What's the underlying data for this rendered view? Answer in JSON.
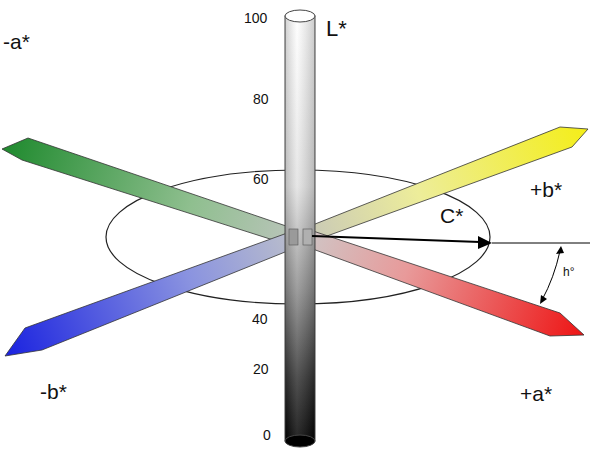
{
  "diagram": {
    "labels": [
      "100",
      "L*",
      "-a*",
      "80",
      "+b*",
      "60",
      "C*",
      "h°",
      "40",
      "-b*",
      "+a*",
      "20",
      "0"
    ]
  }
}
